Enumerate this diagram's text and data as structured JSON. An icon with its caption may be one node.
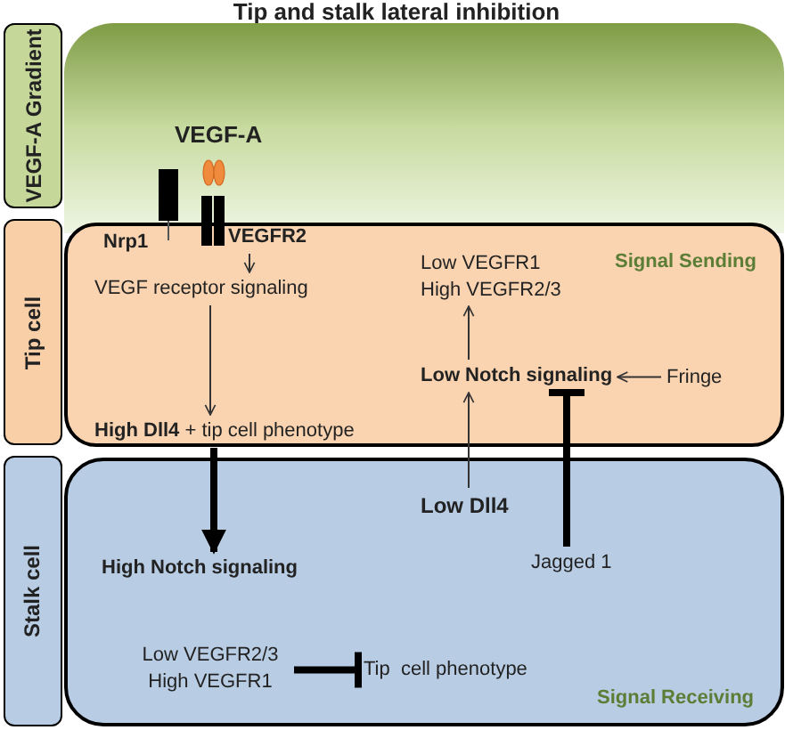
{
  "diagram": {
    "title": "Tip and stalk lateral inhibition",
    "nodes": [
      {
        "text": [
          "VEGF-A Gradient"
        ]
      },
      {
        "text": [
          "Tip cell"
        ]
      },
      {
        "text": [
          "Stalk cell"
        ]
      },
      {
        "text": [],
        "shape": "box"
      },
      {
        "text": [
          "Signal Sending"
        ]
      },
      {
        "text": [
          "Signal Receiving"
        ]
      },
      {
        "text": [
          "VEGF-A"
        ],
        "in": 3
      },
      {
        "text": [
          "Nrp1"
        ],
        "in": 4
      },
      {
        "text": [
          "VEGFR2"
        ],
        "in": 4
      },
      {
        "text": [
          "VEGF receptor signaling"
        ],
        "in": 4
      },
      {
        "text": [
          "**High Dll4** + tip cell phenotype"
        ],
        "in": 4
      },
      {
        "text": [
          "Low VEGFR1 High VEGFR2/3"
        ],
        "in": 4
      },
      {
        "text": [
          "Low Notch signaling"
        ],
        "in": 4
      },
      {
        "text": [
          "Fringe"
        ],
        "in": 4
      },
      {
        "text": [
          "High Notch signaling"
        ],
        "in": 5
      },
      {
        "text": [
          "Low VEGFR2/3 High VEGFR1"
        ],
        "in": 5
      },
      {
        "text": [
          "Tip  cell phenotype"
        ],
        "in": 5
      },
      {
        "text": [
          "Low Dll4"
        ],
        "in": 5
      },
      {
        "text": [
          "Jagged 1"
        ],
        "in": 5
      }
    ],
    "edges": [
      {
        "from": 8,
        "to": 9,
        "arrow": "to"
      },
      {
        "from": 9,
        "to": 10,
        "arrow": "to"
      },
      {
        "from": 10,
        "to": 14,
        "arrow": "to",
        "style": "thick"
      },
      {
        "from": 17,
        "to": 12,
        "arrow": "to"
      },
      {
        "from": 12,
        "to": 11,
        "arrow": "to"
      },
      {
        "from": 13,
        "to": 12,
        "arrow": "to"
      },
      {
        "from": 18,
        "to": 12,
        "arrow": "other",
        "style": "thick"
      },
      {
        "from": 15,
        "to": 16,
        "arrow": "other",
        "style": "thick"
      }
    ]
  }
}
